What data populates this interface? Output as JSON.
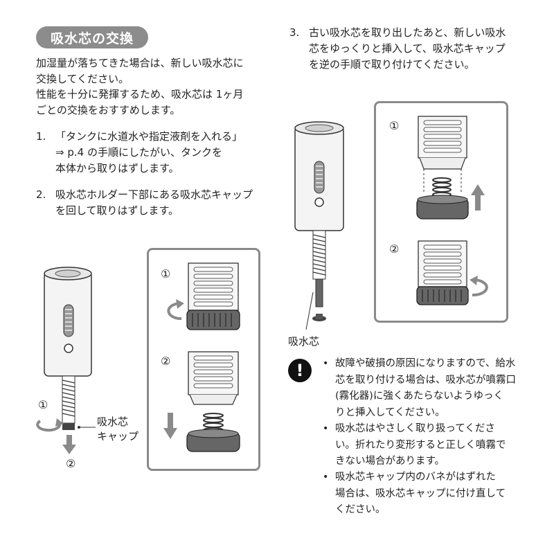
{
  "section_title": "吸水芯の交換",
  "intro": [
    "加湿量が落ちてきた場合は、新しい吸水芯に",
    "交換してください。",
    "性能を十分に発揮するため、吸水芯は 1ヶ月",
    "ごとの交換をおすすめします。"
  ],
  "steps": [
    {
      "number": "1.",
      "lines": [
        "「タンクに水道水や指定液剤を入れる」",
        "⇒ p.4 の手順にしたがい、タンクを",
        "本体から取りはずします。"
      ]
    },
    {
      "number": "2.",
      "lines": [
        "吸水芯ホルダー下部にある吸水芯キャップ",
        "を回して取りはずします。"
      ]
    },
    {
      "number": "3.",
      "lines": [
        "古い吸水芯を取り出したあと、新しい吸水",
        "芯をゆっくりと挿入して、吸水芯キャップ",
        "を逆の手順で取り付けてください。"
      ]
    }
  ],
  "figure_left": {
    "step1_marker": "①",
    "step2_marker": "②",
    "cap_label": [
      "吸水芯",
      "キャップ"
    ],
    "panel_markers": [
      "①",
      "②"
    ]
  },
  "figure_right": {
    "wick_label": "吸水芯",
    "panel_markers": [
      "①",
      "②"
    ]
  },
  "warning_icon_glyph": "!",
  "notes": [
    {
      "bullet": "•",
      "lines": [
        "故障や破損の原因になりますので、給水",
        "芯を取り付ける場合は、吸水芯が噴霧口",
        "(霧化器)に強くあたらないようゆっく",
        "りと挿入してください。"
      ]
    },
    {
      "bullet": "•",
      "lines": [
        "吸水芯はやさしく取り扱ってくださ",
        "い。折れたり変形すると正しく噴霧で",
        "きない場合があります。"
      ]
    },
    {
      "bullet": "•",
      "lines": [
        "吸水芯キャップ内のバネがはずれた",
        "場合は、吸水芯キャップに付け直して",
        "ください。"
      ]
    }
  ],
  "colors": {
    "pill": "#8c8c8c",
    "panel_border": "#8a8a8a",
    "arrow": "#8a8a8a"
  }
}
